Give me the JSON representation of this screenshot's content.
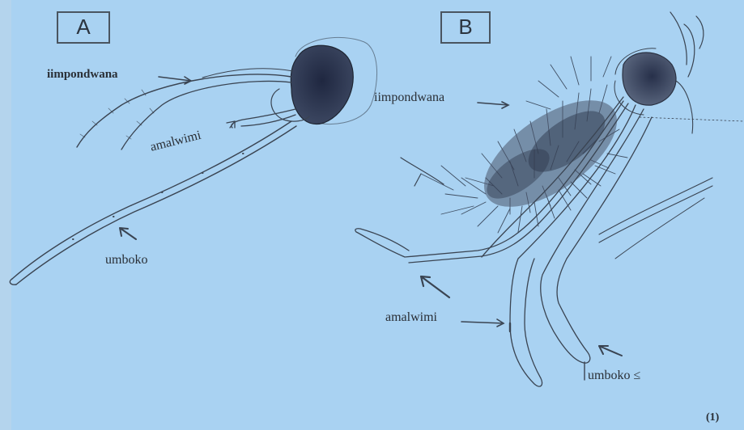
{
  "colors": {
    "background": "#a9d2f2",
    "ink": "#2a2f36",
    "head": "#2b3448",
    "hair": "#3a4658"
  },
  "panels": [
    {
      "id": "A",
      "letter": "A"
    },
    {
      "id": "B",
      "letter": "B"
    }
  ],
  "labels": {
    "a_antenna": "iimpondwana",
    "a_palp": "amalwimi",
    "a_proboscis": "umboko",
    "b_antenna": "iimpondwana",
    "b_palp": "amalwimi",
    "b_proboscis": "umboko ≤"
  },
  "figure_number": "(1)"
}
